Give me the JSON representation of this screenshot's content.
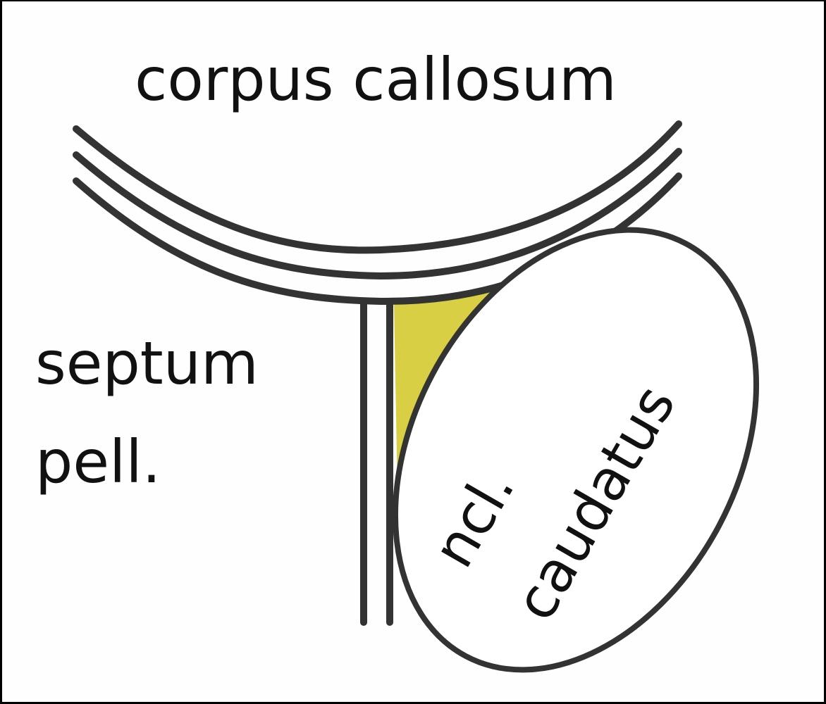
{
  "labels": {
    "corpus_callosum": "corpus callosum",
    "septum_line1": "septum",
    "septum_line2": "pell.",
    "ncl_line1": "ncl.",
    "ncl_line2": "caudatus"
  },
  "colors": {
    "frame": "#000000",
    "background": "#fefefe",
    "stroke": "#333333",
    "ventricle_fill": "#d9cf45",
    "text": "#111111"
  }
}
